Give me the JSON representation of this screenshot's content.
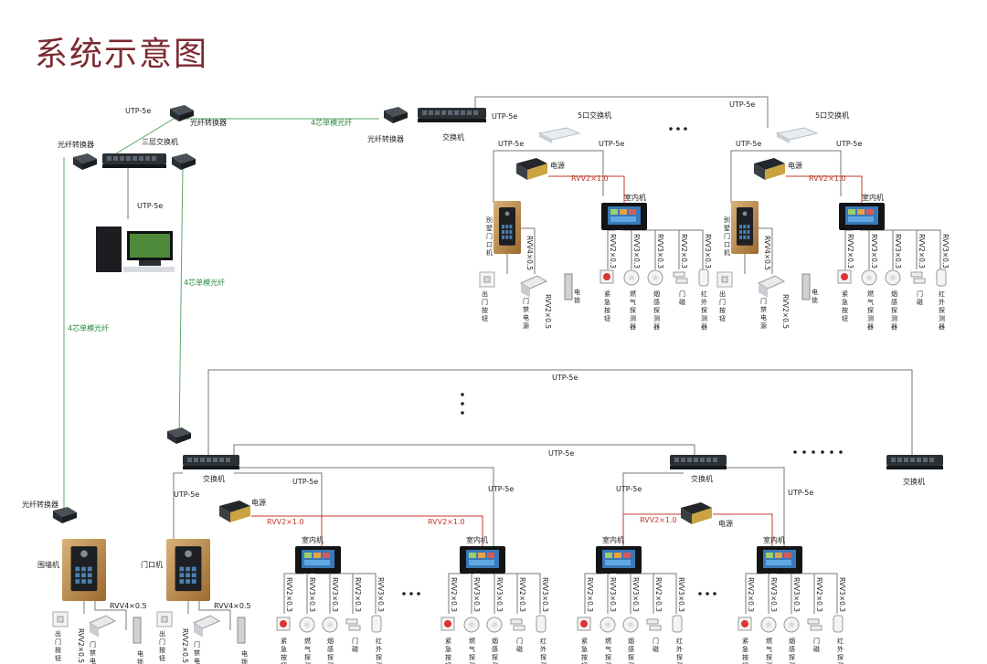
{
  "title": "系统示意图",
  "labels": {
    "fiber_converter": "光纤转换器",
    "l3_switch": "三层交换机",
    "switch": "交换机",
    "switch_5port": "5口交换机",
    "utp": "UTP-5e",
    "fiber_4core": "4芯单模光纤",
    "power": "电源",
    "rvv2": "RVV2×1.0",
    "indoor_unit": "室内机",
    "villa_door_unit": "别墅门口机",
    "fence_unit": "围墙机",
    "door_unit": "门口机",
    "rvv4": "RVV4×0.5",
    "rvv4_v": "RVV4×0.5",
    "rvv2_05": "RVV2×0.5",
    "rvv2_03": "RVV2×0.3",
    "rvv3_03": "RVV3×0.3",
    "exit_button": "出门按钮",
    "access_power": "门禁电源",
    "lock": "电锁",
    "emergency_button": "紧急按钮",
    "gas_detector": "燃气探测器",
    "smoke_detector": "烟感探测器",
    "door_magnet": "门磁",
    "ir_detector": "红外探测器",
    "ellipsis3": "• • •",
    "ellipsis6": "• • • • • •"
  }
}
